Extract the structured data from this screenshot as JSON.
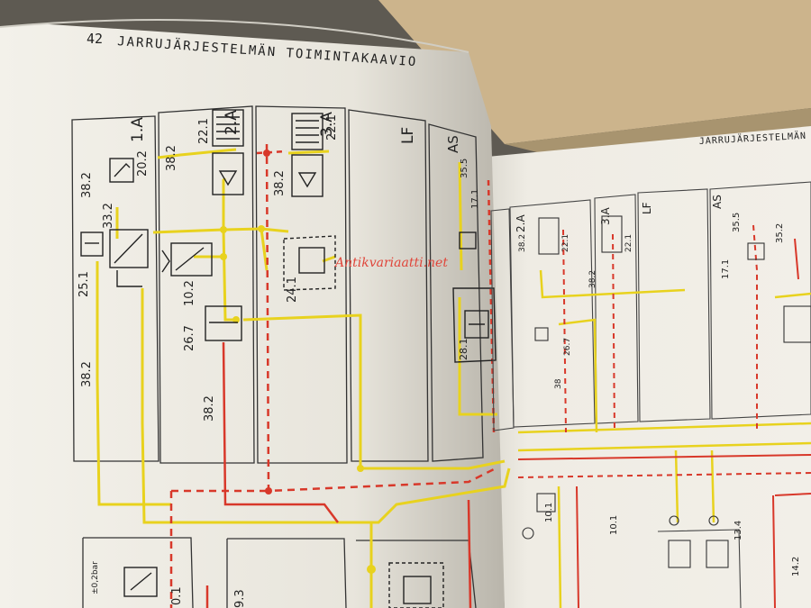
{
  "left_page": {
    "page_number": "42",
    "title": "JARRUJÄRJESTELMÄN TOIMINTAKAAVIO",
    "columns": [
      "1.A",
      "2.A",
      "3.A",
      "LF",
      "AS"
    ],
    "component_labels": {
      "c20_2": "20.2",
      "c38_2_a": "38.2",
      "c33_2": "33.2",
      "c25_1": "25.1",
      "c38_2_b": "38.2",
      "c22_1_a": "22.1",
      "c10_2": "10.2",
      "c26_7": "26.7",
      "c38_2_c": "38.2",
      "c38_2_d": "38.2",
      "c22_1_b": "22.1",
      "c24_1": "24.1",
      "c35_5": "35.5",
      "c17_1": "17.1",
      "c28_1": "28.1",
      "c0_1": "0.1",
      "c9_3": "9.3",
      "c0_2bar": "±0,2bar"
    }
  },
  "right_page": {
    "header": "JARRUJÄRJESTELMÄN",
    "columns": [
      "2.A",
      "3.A",
      "LF",
      "AS"
    ],
    "component_labels": {
      "r38_2": "38.2",
      "r22_1_a": "22.1",
      "r22_1_b": "22.1",
      "r35_5": "35.5",
      "r35_2": "35.2",
      "r17_1": "17.1",
      "r38_2_b": "38.2",
      "r26_7": "26.7",
      "r38": "38",
      "r10_1_a": "10.1",
      "r10_1_b": "10.1",
      "r13_4": "13.4",
      "r14_2": "14.2"
    }
  },
  "watermark": "Antikvariaatti.net",
  "colors": {
    "paper": "#f3f1ea",
    "line_yellow": "#e8d21e",
    "line_red": "#d8382a",
    "ink": "#222222"
  }
}
